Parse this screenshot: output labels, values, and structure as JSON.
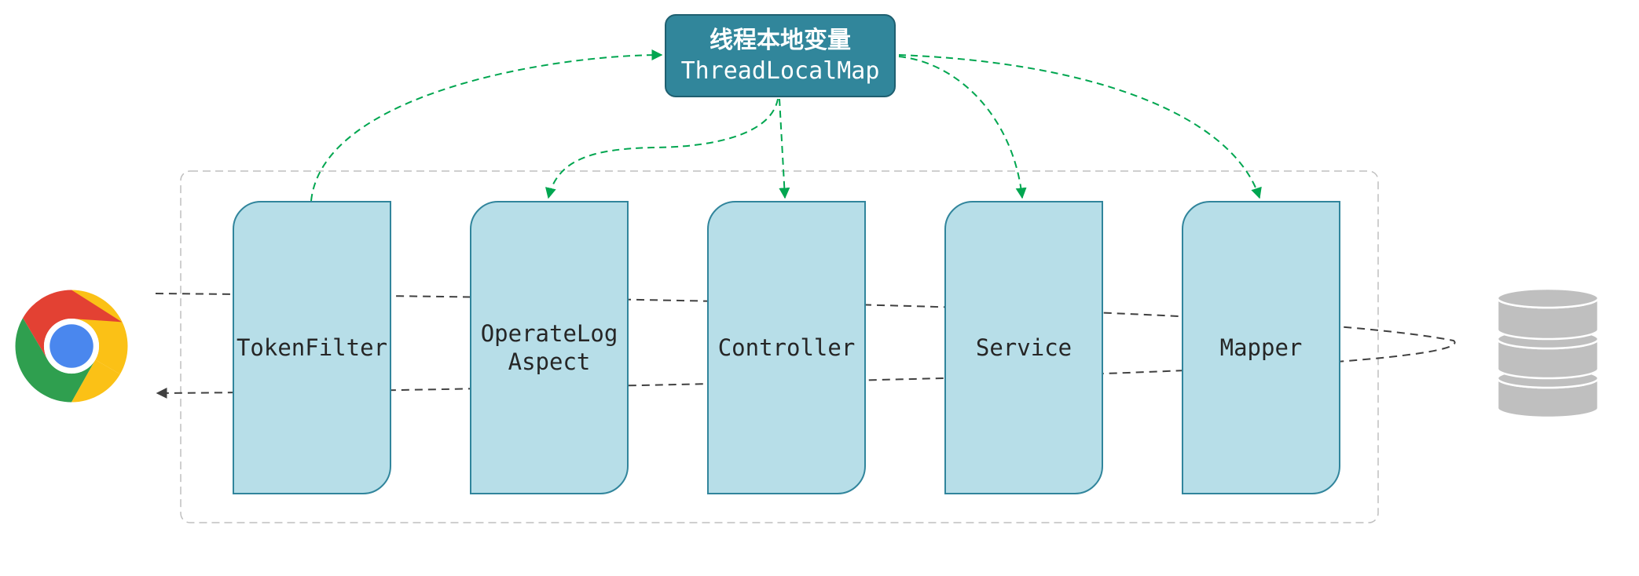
{
  "thread_local": {
    "title_cn": "线程本地变量",
    "title_en": "ThreadLocalMap"
  },
  "components": [
    {
      "id": "token-filter",
      "label": "TokenFilter"
    },
    {
      "id": "operate-log-aspect",
      "label": "OperateLog\nAspect"
    },
    {
      "id": "controller",
      "label": "Controller"
    },
    {
      "id": "service",
      "label": "Service"
    },
    {
      "id": "mapper",
      "label": "Mapper"
    }
  ],
  "icons": {
    "browser": "chrome-browser-icon",
    "database": "database-icon"
  },
  "colors": {
    "thread_box_fill": "#31869b",
    "component_fill": "#b7dee8",
    "component_border": "#31859c",
    "thread_arrows": "#00a650",
    "request_flow": "#404040",
    "group_border": "#bfbfbf",
    "database": "#bfbfbf"
  }
}
